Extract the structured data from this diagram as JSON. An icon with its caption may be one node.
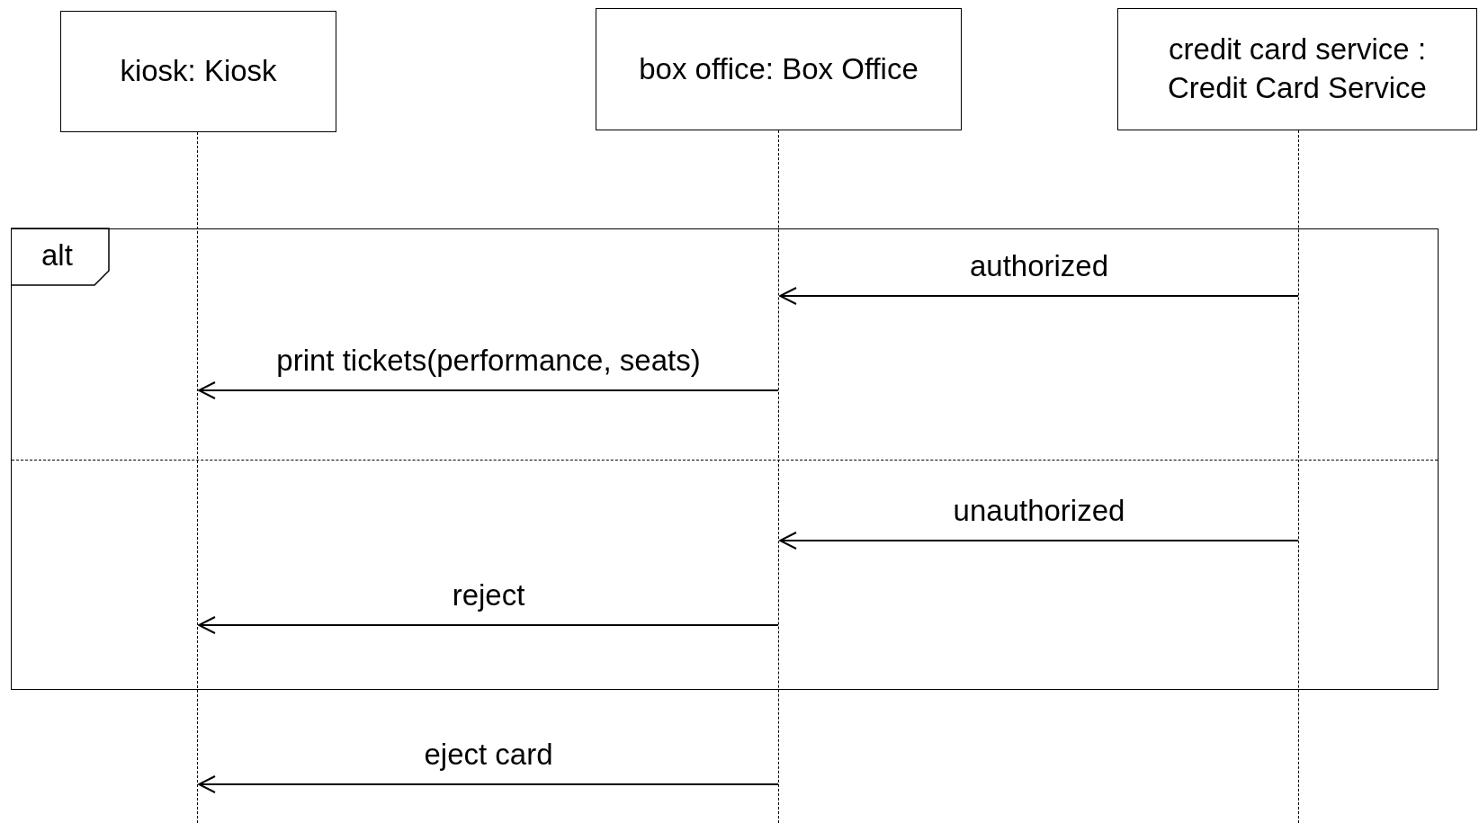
{
  "diagram": {
    "nodes": [
      {
        "text": [
          "kiosk: Kiosk"
        ]
      },
      {
        "text": [
          "box office: Box Office"
        ]
      },
      {
        "text": [
          "credit card service : Credit Card Service"
        ]
      },
      {
        "text": [],
        "shape": "line"
      },
      {
        "text": [],
        "shape": "line"
      },
      {
        "text": [],
        "shape": "line"
      }
    ],
    "labels": [
      "alt"
    ],
    "edges": [
      {
        "from": 5,
        "to": 4,
        "arrow": "to",
        "label": "authorized"
      },
      {
        "from": 4,
        "to": 3,
        "arrow": "to",
        "label": "print tickets(performance, seats)"
      },
      {
        "from": 5,
        "to": 4,
        "arrow": "to",
        "label": "unauthorized"
      },
      {
        "from": 4,
        "to": 3,
        "arrow": "to",
        "label": "reject"
      },
      {
        "from": 4,
        "to": 3,
        "arrow": "to",
        "label": "eject card"
      }
    ]
  }
}
